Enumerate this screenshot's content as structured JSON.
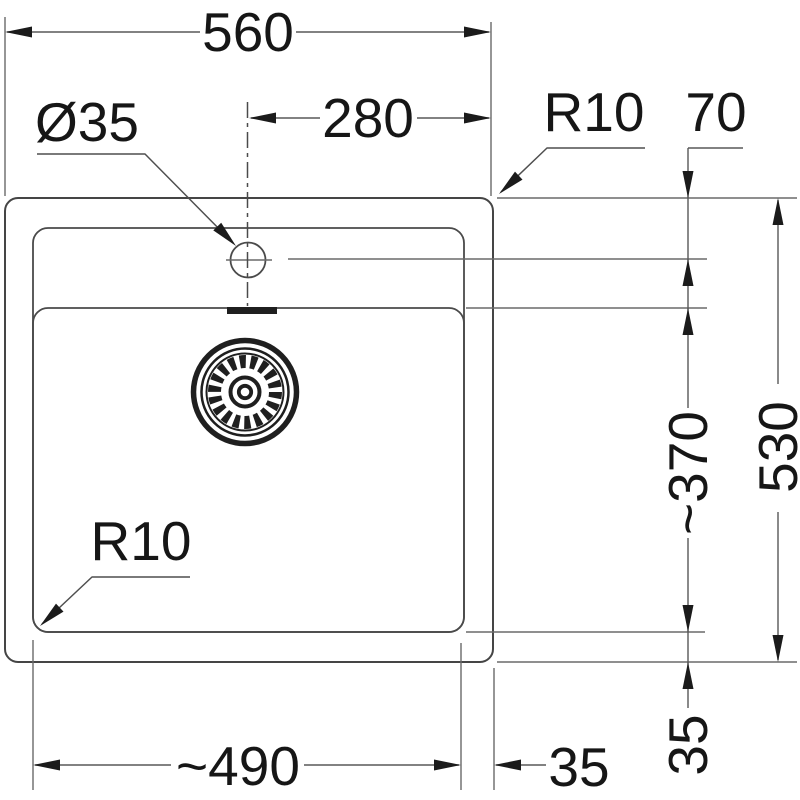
{
  "drawing": {
    "type": "technical-dimension-drawing",
    "subject": "single-bowl inset kitchen sink, top view",
    "colors": {
      "background": "#ffffff",
      "outline": "#454545",
      "dimension_lines": "#5c5c5c",
      "text": "#161616"
    },
    "dimensions": {
      "overall_width": "560",
      "hole_offset_from_centerline": "280",
      "faucet_hole_diameter": "Ø35",
      "corner_radius_top": "R10",
      "top_edge_to_hole": "70",
      "overall_depth": "530",
      "bowl_depth": "~370",
      "bowl_width": "~490",
      "side_gap": "35",
      "bottom_gap": "35",
      "corner_radius_bowl": "R10"
    }
  }
}
